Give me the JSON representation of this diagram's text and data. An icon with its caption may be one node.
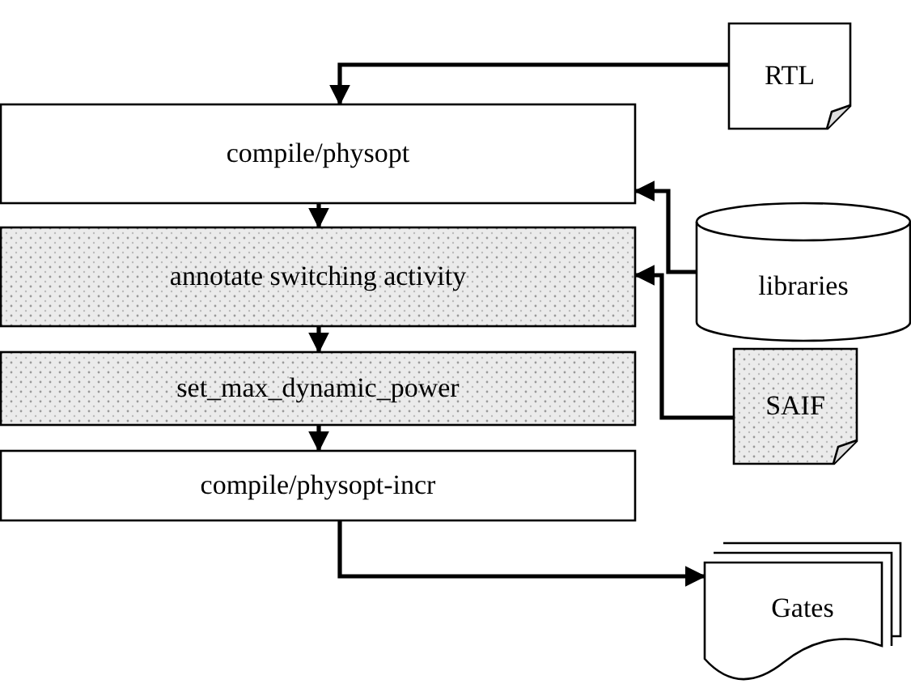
{
  "diagram": {
    "nodes": [
      {
        "text": [
          "RTL"
        ]
      },
      {
        "text": [
          "compile/physopt"
        ]
      },
      {
        "text": [
          "libraries"
        ]
      },
      {
        "text": [
          "annotate switching activity"
        ]
      },
      {
        "text": [
          "set_max_dynamic_power"
        ]
      },
      {
        "text": [
          "SAIF"
        ]
      },
      {
        "text": [
          "compile/physopt-incr"
        ]
      },
      {
        "text": [
          "Gates"
        ]
      }
    ],
    "edges": [
      {
        "from": 0,
        "to": 1,
        "arrow": "to"
      },
      {
        "from": 2,
        "to": 1,
        "arrow": "to"
      },
      {
        "from": 1,
        "to": 3,
        "arrow": "to"
      },
      {
        "from": 5,
        "to": 3,
        "arrow": "to"
      },
      {
        "from": 3,
        "to": 4,
        "arrow": "to"
      },
      {
        "from": 4,
        "to": 6,
        "arrow": "to"
      },
      {
        "from": 6,
        "to": 7,
        "arrow": "to"
      }
    ]
  }
}
